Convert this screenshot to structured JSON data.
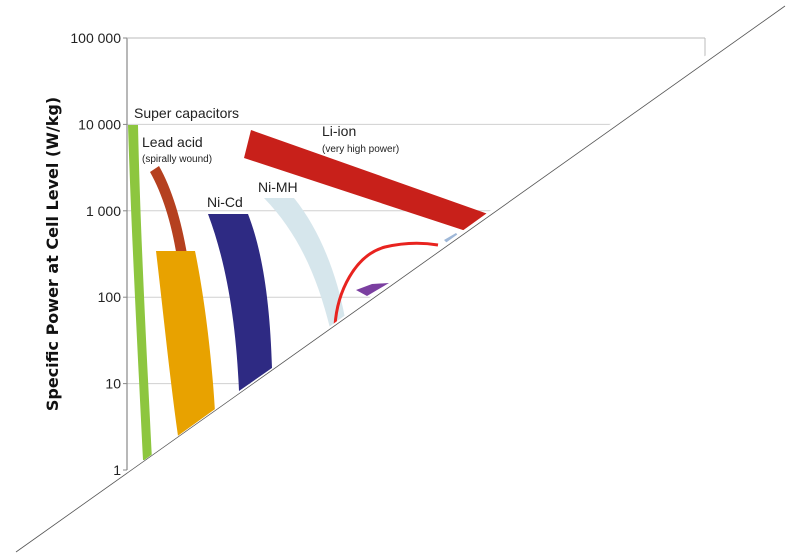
{
  "chart_data": {
    "type": "area",
    "ylabel": "Specific Power at Cell Level (W/kg)",
    "yscale": "log",
    "ylim": [
      1,
      100000
    ],
    "y_ticks": [
      {
        "value": 1,
        "label": "1"
      },
      {
        "value": 10,
        "label": "10"
      },
      {
        "value": 100,
        "label": "100"
      },
      {
        "value": 1000,
        "label": "1 000"
      },
      {
        "value": 10000,
        "label": "10 000"
      },
      {
        "value": 100000,
        "label": "100 000"
      }
    ],
    "grid": true,
    "series": [
      {
        "name": "Super capacitors",
        "color": "#8dc63f",
        "power_range": [
          1,
          10000
        ]
      },
      {
        "name": "Lead acid",
        "sublabel": "(spirally wound)",
        "color": "#b5401f",
        "power_range": [
          90,
          3000
        ]
      },
      {
        "name": "",
        "color": "#e8a200",
        "power_range": [
          3,
          350
        ]
      },
      {
        "name": "Ni-Cd",
        "color": "#2e2a83",
        "power_range": [
          8,
          900
        ]
      },
      {
        "name": "Ni-MH",
        "color": "#d6e6ec",
        "power_range": [
          40,
          1400
        ]
      },
      {
        "name": "Li-ion",
        "sublabel": "(very high power)",
        "color": "#c8201a",
        "power_range": [
          700,
          7000
        ]
      }
    ],
    "annotations": [
      {
        "kind": "circle",
        "color": "#e8231f"
      },
      {
        "kind": "marker",
        "color": "#7b3fa0"
      },
      {
        "kind": "marker",
        "color": "#9fb8d8"
      }
    ]
  }
}
